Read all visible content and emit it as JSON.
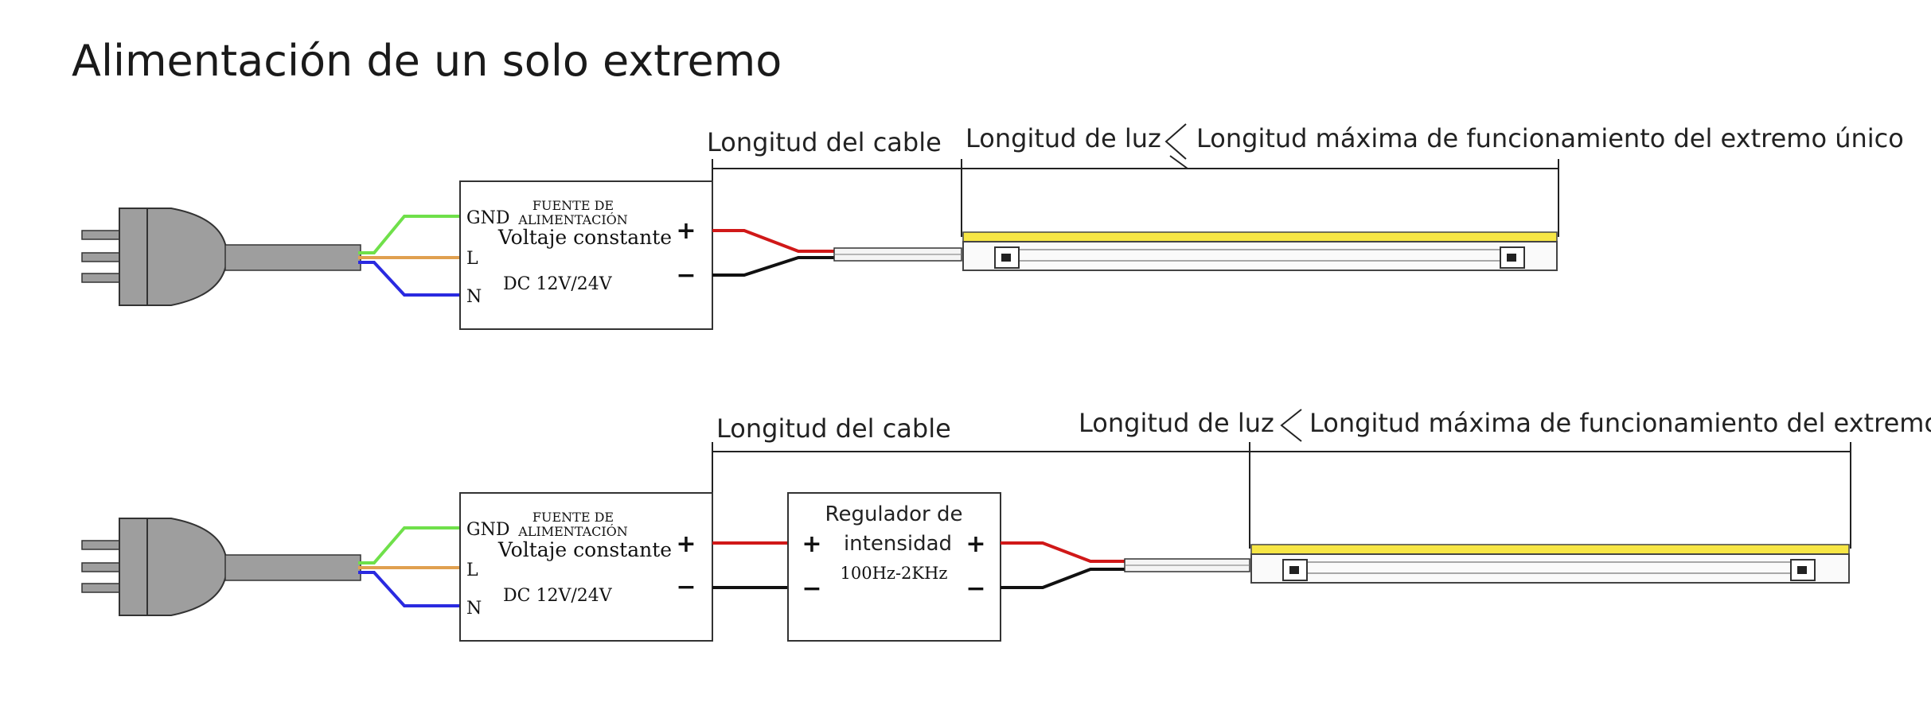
{
  "title": "Alimentación de un solo extremo",
  "diagrams": [
    {
      "labels": {
        "cable_length": "Longitud del cable",
        "light_length": "Longitud de luz",
        "max_length": "Longitud máxima de funcionamiento del extremo único"
      },
      "psu": {
        "pins": [
          "GND",
          "L",
          "N"
        ],
        "heading_line1": "FUENTE DE",
        "heading_line2": "ALIMENTACIÓN",
        "subtitle": "Voltaje constante",
        "voltage": "DC 12V/24V",
        "plus": "+",
        "minus": "−"
      }
    },
    {
      "labels": {
        "cable_length": "Longitud del cable",
        "light_length": "Longitud de luz",
        "max_length": "Longitud máxima de funcionamiento del extremo único"
      },
      "psu": {
        "pins": [
          "GND",
          "L",
          "N"
        ],
        "heading_line1": "FUENTE DE",
        "heading_line2": "ALIMENTACIÓN",
        "subtitle": "Voltaje constante",
        "voltage": "DC 12V/24V",
        "plus": "+",
        "minus": "−"
      },
      "dimmer": {
        "line1": "Regulador de",
        "line2": "intensidad",
        "frequency": "100Hz-2KHz",
        "plus": "+",
        "minus": "−"
      }
    }
  ],
  "colors": {
    "wire_gnd": "#6fe04a",
    "wire_l": "#e0a050",
    "wire_n": "#2a2ae0",
    "wire_positive": "#d01818",
    "wire_negative": "#111111",
    "led_strip": "#f7e645",
    "plug": "#9e9e9e"
  },
  "icons": [
    "power-plug-icon",
    "led-strip-icon"
  ]
}
